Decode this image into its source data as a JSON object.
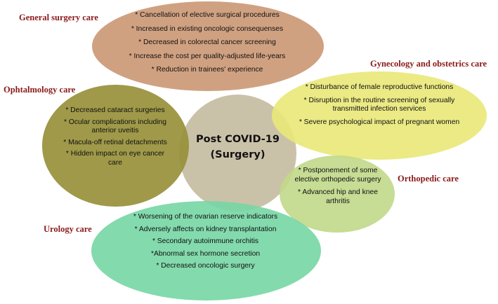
{
  "center": {
    "line1": "Post COVID-19",
    "line2": "(Surgery)"
  },
  "general": {
    "title": "General surgery care",
    "items": [
      "* Cancellation of elective surgical procedures",
      "* Increased in existing oncologic consequenses",
      "* Decreased in colorectal cancer screening",
      "* Increase the cost per quality-adjusted  life-years",
      "* Reduction in trainees' experience"
    ]
  },
  "gynecology": {
    "title": "Gynecology and  obstetrics care",
    "items": [
      "* Disturbance of female reproductive functions",
      "*  Disruption in the routine screening of sexually transmitted infection services",
      "* Severe psychological impact of pregnant women"
    ]
  },
  "ophthalmology": {
    "title": "Ophtalmology care",
    "items": [
      "* Decreased cataract surgeries",
      "* Ocular complications including anterior uveitis",
      "* Macula-off retinal detachments",
      "* Hidden impact on eye cancer care"
    ]
  },
  "orthopedic": {
    "title": "Orthopedic care",
    "items": [
      "* Postponement of some elective orthopedic surgery",
      "* Advanced hip and knee arthritis"
    ]
  },
  "urology": {
    "title": "Urology care",
    "items": [
      "* Worsening  of the ovarian reserve indicators",
      "* Adversely affects on kidney transplantation",
      "* Secondary  autoimmune  orchitis",
      "*Abnormal sex hormone secretion",
      "* Decreased oncologic surgery"
    ]
  }
}
